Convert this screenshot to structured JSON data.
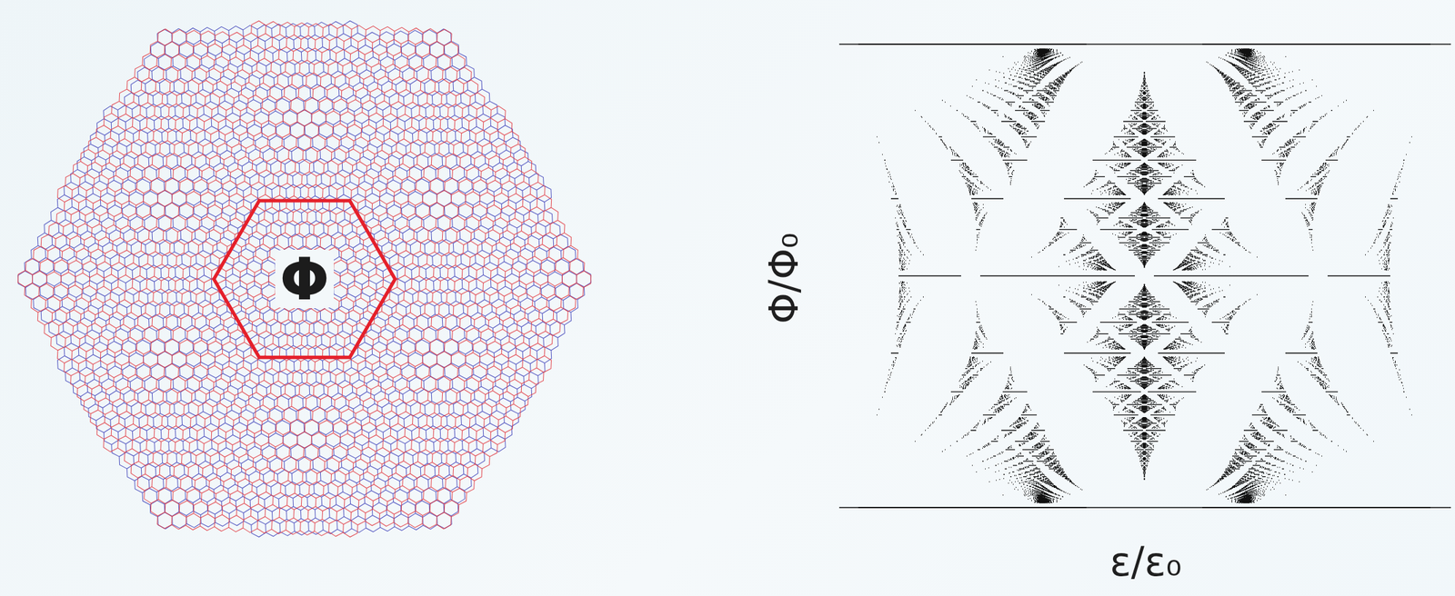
{
  "diagram": {
    "nodes": [
      {
        "text": [
          "Φ"
        ]
      }
    ],
    "labels": [
      "Φ/Φ₀",
      "ε/ε₀"
    ]
  }
}
